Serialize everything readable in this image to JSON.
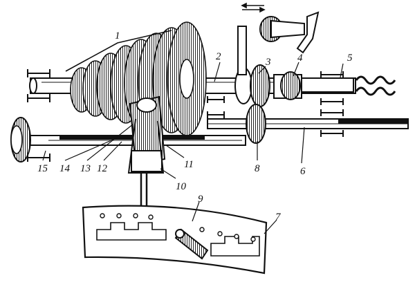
{
  "diagram": {
    "callouts": {
      "c1": "1",
      "c2": "2",
      "c3": "3",
      "c4": "4",
      "c5": "5",
      "c6": "6",
      "c7": "7",
      "c8": "8",
      "c9": "9",
      "c10": "10",
      "c11": "11",
      "c12": "12",
      "c13": "13",
      "c14": "14",
      "c15": "15"
    },
    "motion_indicator": "double-arrow-icon"
  },
  "colors": {
    "ink": "#111111",
    "paper": "#ffffff"
  }
}
